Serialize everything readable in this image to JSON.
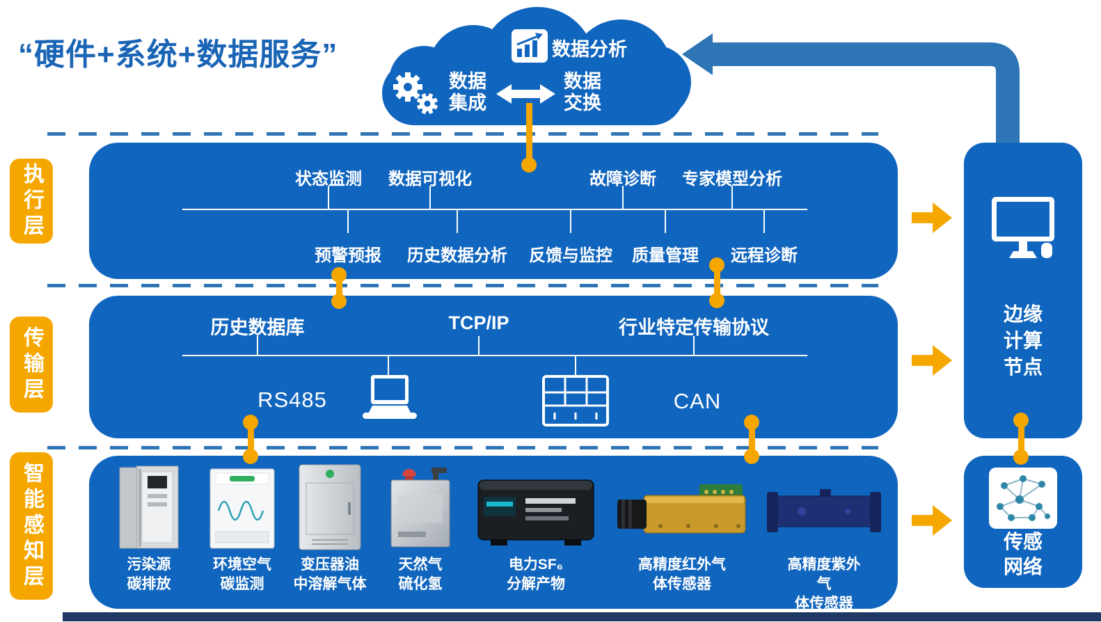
{
  "title": "“硬件+系统+数据服务”",
  "cloud": {
    "analysis": "数据分析",
    "integration": "数据\n集成",
    "exchange": "数据\n交换"
  },
  "layers": {
    "execution": {
      "label": "执行层",
      "top_items": [
        "状态监测",
        "数据可视化",
        "故障诊断",
        "专家模型分析"
      ],
      "bottom_items": [
        "预警预报",
        "历史数据分析",
        "反馈与监控",
        "质量管理",
        "远程诊断"
      ]
    },
    "transmission": {
      "label": "传输层",
      "top_items": [
        "历史数据库",
        "TCP/IP",
        "行业特定传输协议"
      ],
      "left_protocol": "RS485",
      "right_protocol": "CAN"
    },
    "sensing": {
      "label": "智能感知层",
      "devices": [
        {
          "caption": "污染源\n碳排放"
        },
        {
          "caption": "环境空气\n碳监测"
        },
        {
          "caption": "变压器油\n中溶解气体"
        },
        {
          "caption": "天然气\n硫化氢"
        },
        {
          "caption": "电力SF₆\n分解产物"
        },
        {
          "caption": "高精度红外气\n体传感器"
        },
        {
          "caption": "高精度紫外气\n体传感器"
        }
      ]
    }
  },
  "right_panel": {
    "edge_node": "边缘\n计算\n节点",
    "sensor_network": "传感\n网络"
  },
  "colors": {
    "primary_blue": "#1065BE",
    "arrow_blue": "#2E75B5",
    "accent_orange": "#F5A700",
    "footer_navy": "#1F3864",
    "title_blue": "#1A64B5"
  }
}
